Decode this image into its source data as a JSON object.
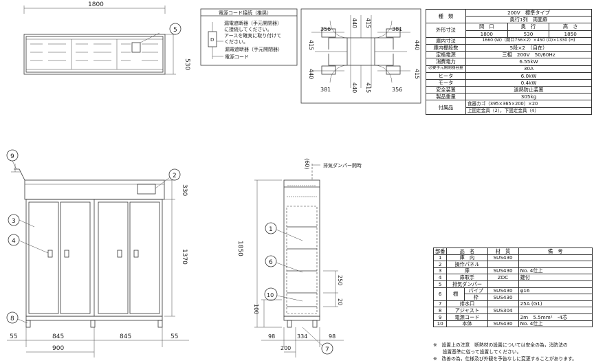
{
  "dimensions": {
    "top_width": "1800",
    "top_depth": "530",
    "front_height_upper": "330",
    "front_height_lower": "1370",
    "front_bottom": [
      "55",
      "845",
      "845",
      "55"
    ],
    "front_bottom_total": "900",
    "side_total_height": "1850",
    "side_top": "(60)",
    "side_shelf_pitch": "250",
    "side_bottom_gap": "20",
    "side_100": "100",
    "side_bottom": [
      "98",
      "334",
      "98"
    ],
    "side_200": "200",
    "damper_label": "排気ダンパー開時"
  },
  "power_box": {
    "title": "電源コード接続（推奨）",
    "line1": "漏電遮断器（手元開閉器）",
    "line2": "に接続してください。",
    "line3": "アースを確実に取り付けて",
    "line4": "ください。",
    "label_breaker": "漏電遮断器（手元開閉器）",
    "label_cord": "電源コード",
    "breaker_symbol": "D"
  },
  "door_box": {
    "title": "扉開時寸法",
    "top_left": "356",
    "top_right": "381",
    "bottom_left": "381",
    "bottom_right": "356",
    "top_440_a": "440",
    "top_415_a": "415",
    "left_415": "415",
    "left_440": "440",
    "right_440": "440",
    "right_415": "415",
    "bottom_440": "440",
    "bottom_415": "415"
  },
  "spec_table": {
    "header_label": "種　類",
    "header_value_1": "200V　標準タイプ",
    "header_value_2": "奥行1列　両面扉",
    "rows": [
      {
        "label": "外形寸法",
        "cols": [
          "間　口",
          "奥　行",
          "高　さ"
        ],
        "values": [
          "1800",
          "530",
          "1850"
        ]
      },
      {
        "label": "庫内寸法",
        "value": "1660 (W)（開口756×2）×450 (D)×1330 (H)"
      },
      {
        "label": "庫内棚段数",
        "value": "5段×2　（自在）"
      },
      {
        "label": "定格電源",
        "value": "三相　200V　50/60Hz"
      },
      {
        "label": "消費電力",
        "value": "6.55kW"
      },
      {
        "label": "必要手元開閉器容量",
        "value": "30A"
      },
      {
        "label": "ヒータ",
        "value": "6.0kW"
      },
      {
        "label": "モータ",
        "value": "0.4kW"
      },
      {
        "label": "安全装置",
        "value": "過熱防止装置"
      },
      {
        "label": "製品重量",
        "value": "305kg"
      },
      {
        "label": "付属品",
        "value_1": "食器カゴ（395×365×200）×20",
        "value_2": "上固定金具（2），下固定金具（4）"
      }
    ]
  },
  "parts_table": {
    "headers": [
      "部番",
      "品　名",
      "材　質",
      "備　考"
    ],
    "rows": [
      {
        "no": "1",
        "name": "庫　内",
        "material": "SUS430",
        "note": ""
      },
      {
        "no": "2",
        "name": "操作パネル",
        "material": "",
        "note": ""
      },
      {
        "no": "3",
        "name": "扉",
        "material": "SUS430",
        "note": "No. 4仕上"
      },
      {
        "no": "4",
        "name": "扉取手",
        "material": "ZDC",
        "note": "鍵付"
      },
      {
        "no": "5",
        "name": "排気ダンパー",
        "material": "",
        "note": ""
      },
      {
        "no": "6",
        "name": "棚",
        "sub": "パイプ",
        "material": "SUS430",
        "note": "φ16"
      },
      {
        "no": "",
        "name": "",
        "sub": "枠",
        "material": "SUS430",
        "note": ""
      },
      {
        "no": "7",
        "name": "排水口",
        "material": "",
        "note": "25A (G1)"
      },
      {
        "no": "8",
        "name": "アジャスト",
        "material": "SUS304",
        "note": ""
      },
      {
        "no": "9",
        "name": "電源コード",
        "material": "",
        "note": "2m　5.5mm²　-4芯"
      },
      {
        "no": "10",
        "name": "本体",
        "material": "SUS430",
        "note": "No. 4仕上"
      }
    ]
  },
  "notes": [
    "※　設置上の注意　断熱材の設置については安全の為，消防法の",
    "　　設置基準に従って設置してください。",
    "※　改善の為，仕様及び外観を予告なしに変更することがあります。"
  ],
  "callouts": [
    "1",
    "2",
    "3",
    "4",
    "5",
    "6",
    "7",
    "8",
    "9",
    "10"
  ]
}
